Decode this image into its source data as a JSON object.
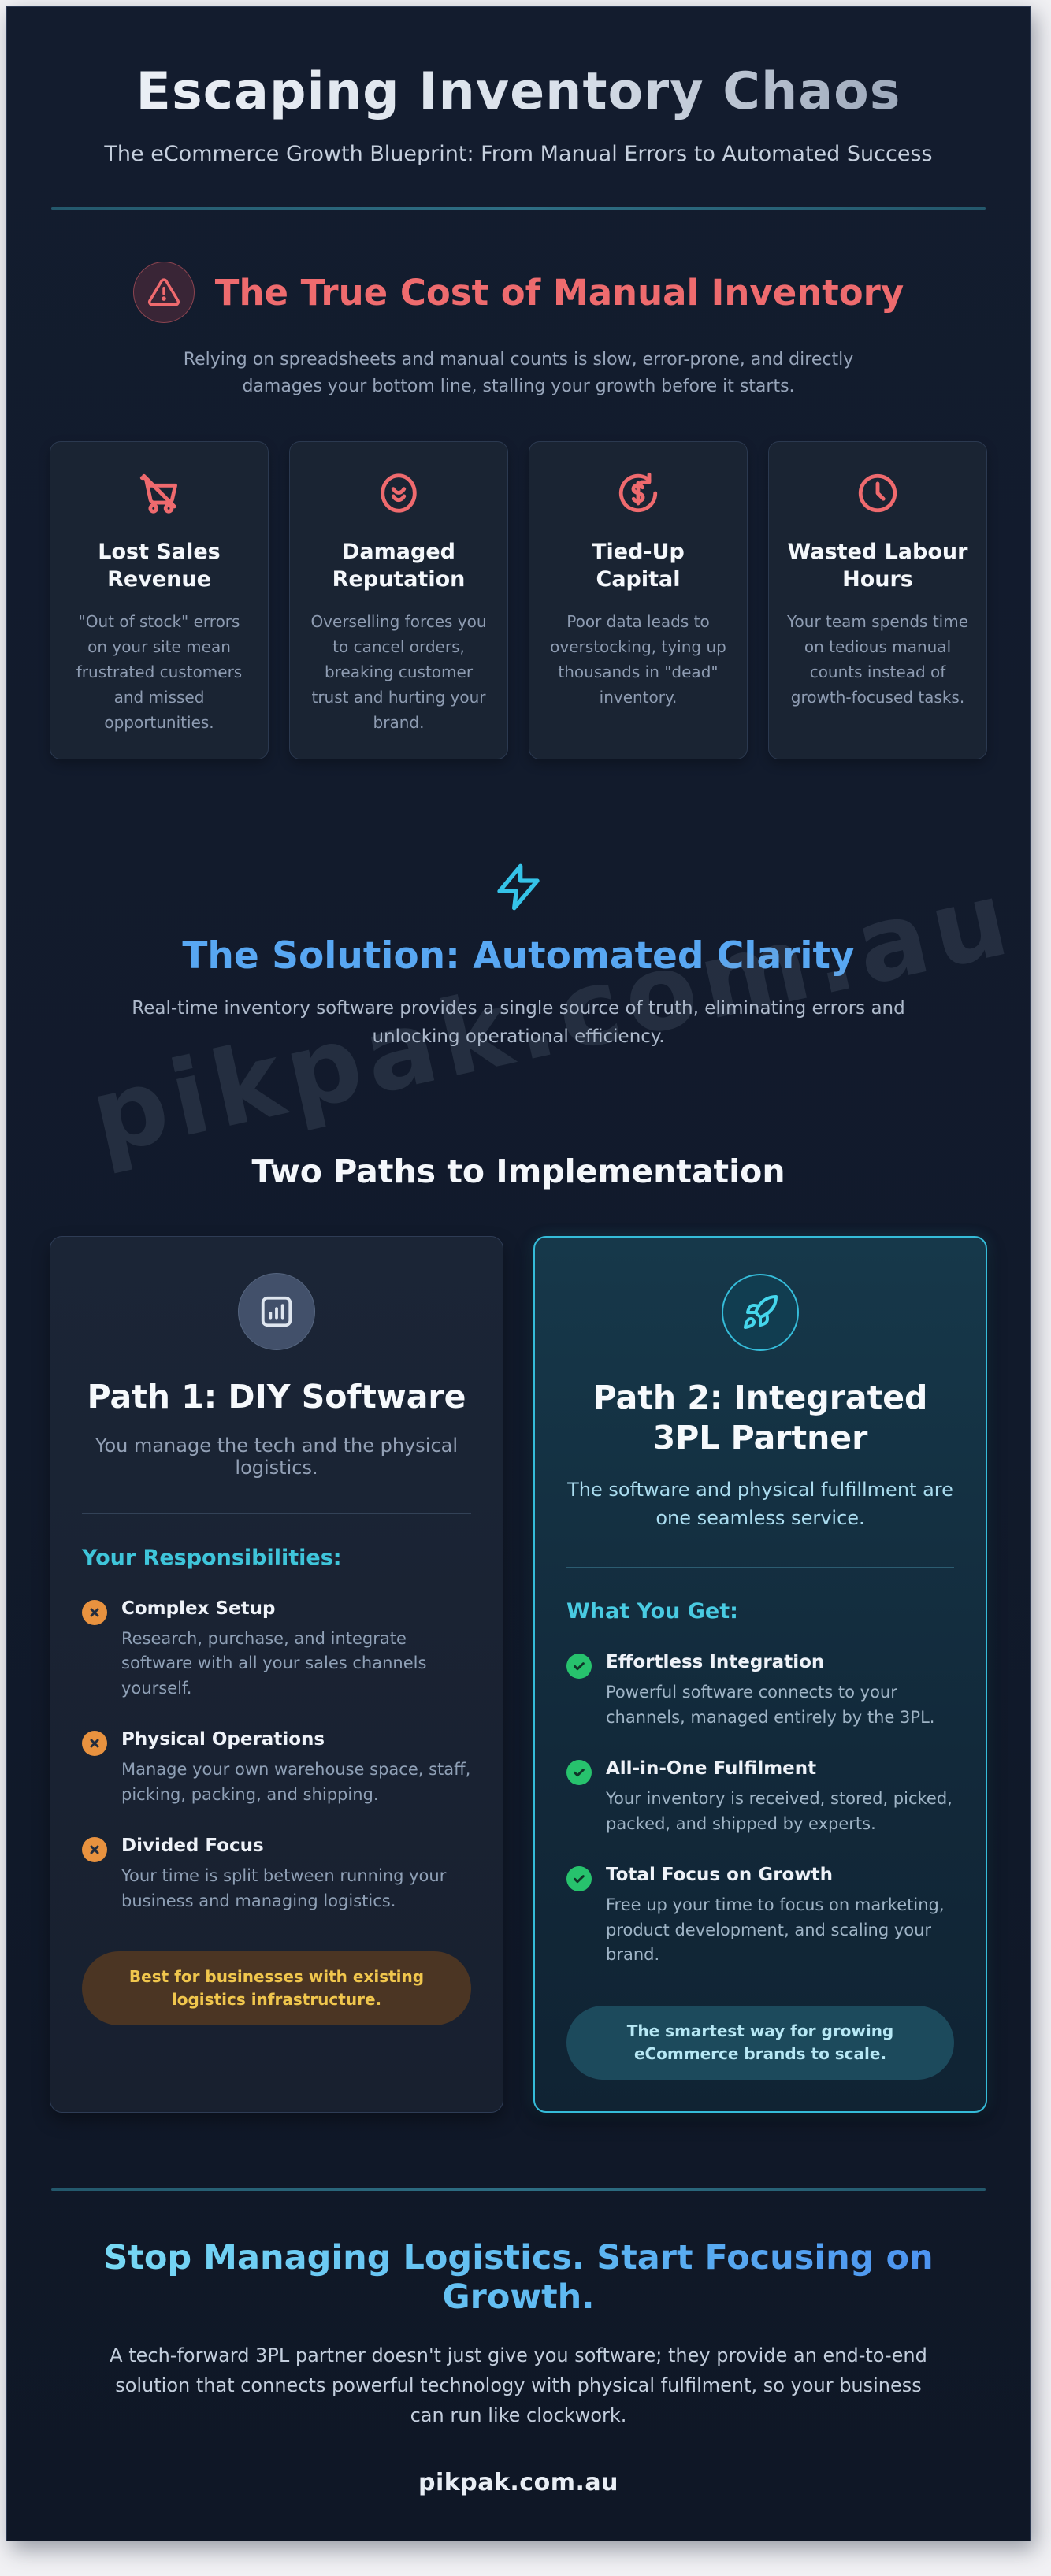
{
  "page": {
    "watermark": "pikpak.com.au"
  },
  "hero": {
    "title": "Escaping Inventory Chaos",
    "subtitle": "The eCommerce Growth Blueprint: From Manual Errors to Automated Success"
  },
  "problem": {
    "heading": "The True Cost of Manual Inventory",
    "description": "Relying on spreadsheets and manual counts is slow, error-prone, and directly damages your bottom line, stalling your growth before it starts.",
    "cards": [
      {
        "icon": "cart-off-icon",
        "title": "Lost Sales Revenue",
        "body": "\"Out of stock\" errors on your site mean frustrated customers and missed opportunities."
      },
      {
        "icon": "sad-face-icon",
        "title": "Damaged Reputation",
        "body": "Overselling forces you to cancel orders, breaking customer trust and hurting your brand."
      },
      {
        "icon": "dollar-cycle-icon",
        "title": "Tied-Up Capital",
        "body": "Poor data leads to overstocking, tying up thousands in \"dead\" inventory."
      },
      {
        "icon": "clock-icon",
        "title": "Wasted Labour Hours",
        "body": "Your team spends time on tedious manual counts instead of growth-focused tasks."
      }
    ]
  },
  "solution": {
    "heading": "The Solution: Automated Clarity",
    "description": "Real-time inventory software provides a single source of truth, eliminating errors and unlocking operational efficiency."
  },
  "paths": {
    "heading": "Two Paths to Implementation",
    "path1": {
      "title": "Path 1: DIY Software",
      "subtitle": "You manage the tech and the physical logistics.",
      "list_heading": "Your Responsibilities:",
      "items": [
        {
          "title": "Complex Setup",
          "body": "Research, purchase, and integrate software with all your sales channels yourself."
        },
        {
          "title": "Physical Operations",
          "body": "Manage your own warehouse space, staff, picking, packing, and shipping."
        },
        {
          "title": "Divided Focus",
          "body": "Your time is split between running your business and managing logistics."
        }
      ],
      "badge": "Best for businesses with existing logistics infrastructure."
    },
    "path2": {
      "title": "Path 2: Integrated 3PL Partner",
      "subtitle": "The software and physical fulfillment are one seamless service.",
      "list_heading": "What You Get:",
      "items": [
        {
          "title": "Effortless Integration",
          "body": "Powerful software connects to your channels, managed entirely by the 3PL."
        },
        {
          "title": "All-in-One Fulfilment",
          "body": "Your inventory is received, stored, picked, packed, and shipped by experts."
        },
        {
          "title": "Total Focus on Growth",
          "body": "Free up your time to focus on marketing, product development, and scaling your brand."
        }
      ],
      "badge": "The smartest way for growing eCommerce brands to scale."
    }
  },
  "footer": {
    "heading": "Stop Managing Logistics. Start Focusing on Growth.",
    "description": "A tech-forward 3PL partner doesn't just give you software; they provide an end-to-end solution that connects powerful technology with physical fulfilment, so your business can run like clockwork.",
    "brand": "pikpak.com.au"
  },
  "colors": {
    "page_background": "#111a2b",
    "danger_accent": "#ee6b6e",
    "cyan_accent": "#35c3e8",
    "solution_heading": "#58a7f2",
    "warning_orange": "#e8923f",
    "success_green": "#27c26d",
    "path2_border": "#35bcd9",
    "badge1_text": "#f0c64d",
    "badge2_text": "#b7e8f5",
    "muted_text": "#97a5ba"
  }
}
